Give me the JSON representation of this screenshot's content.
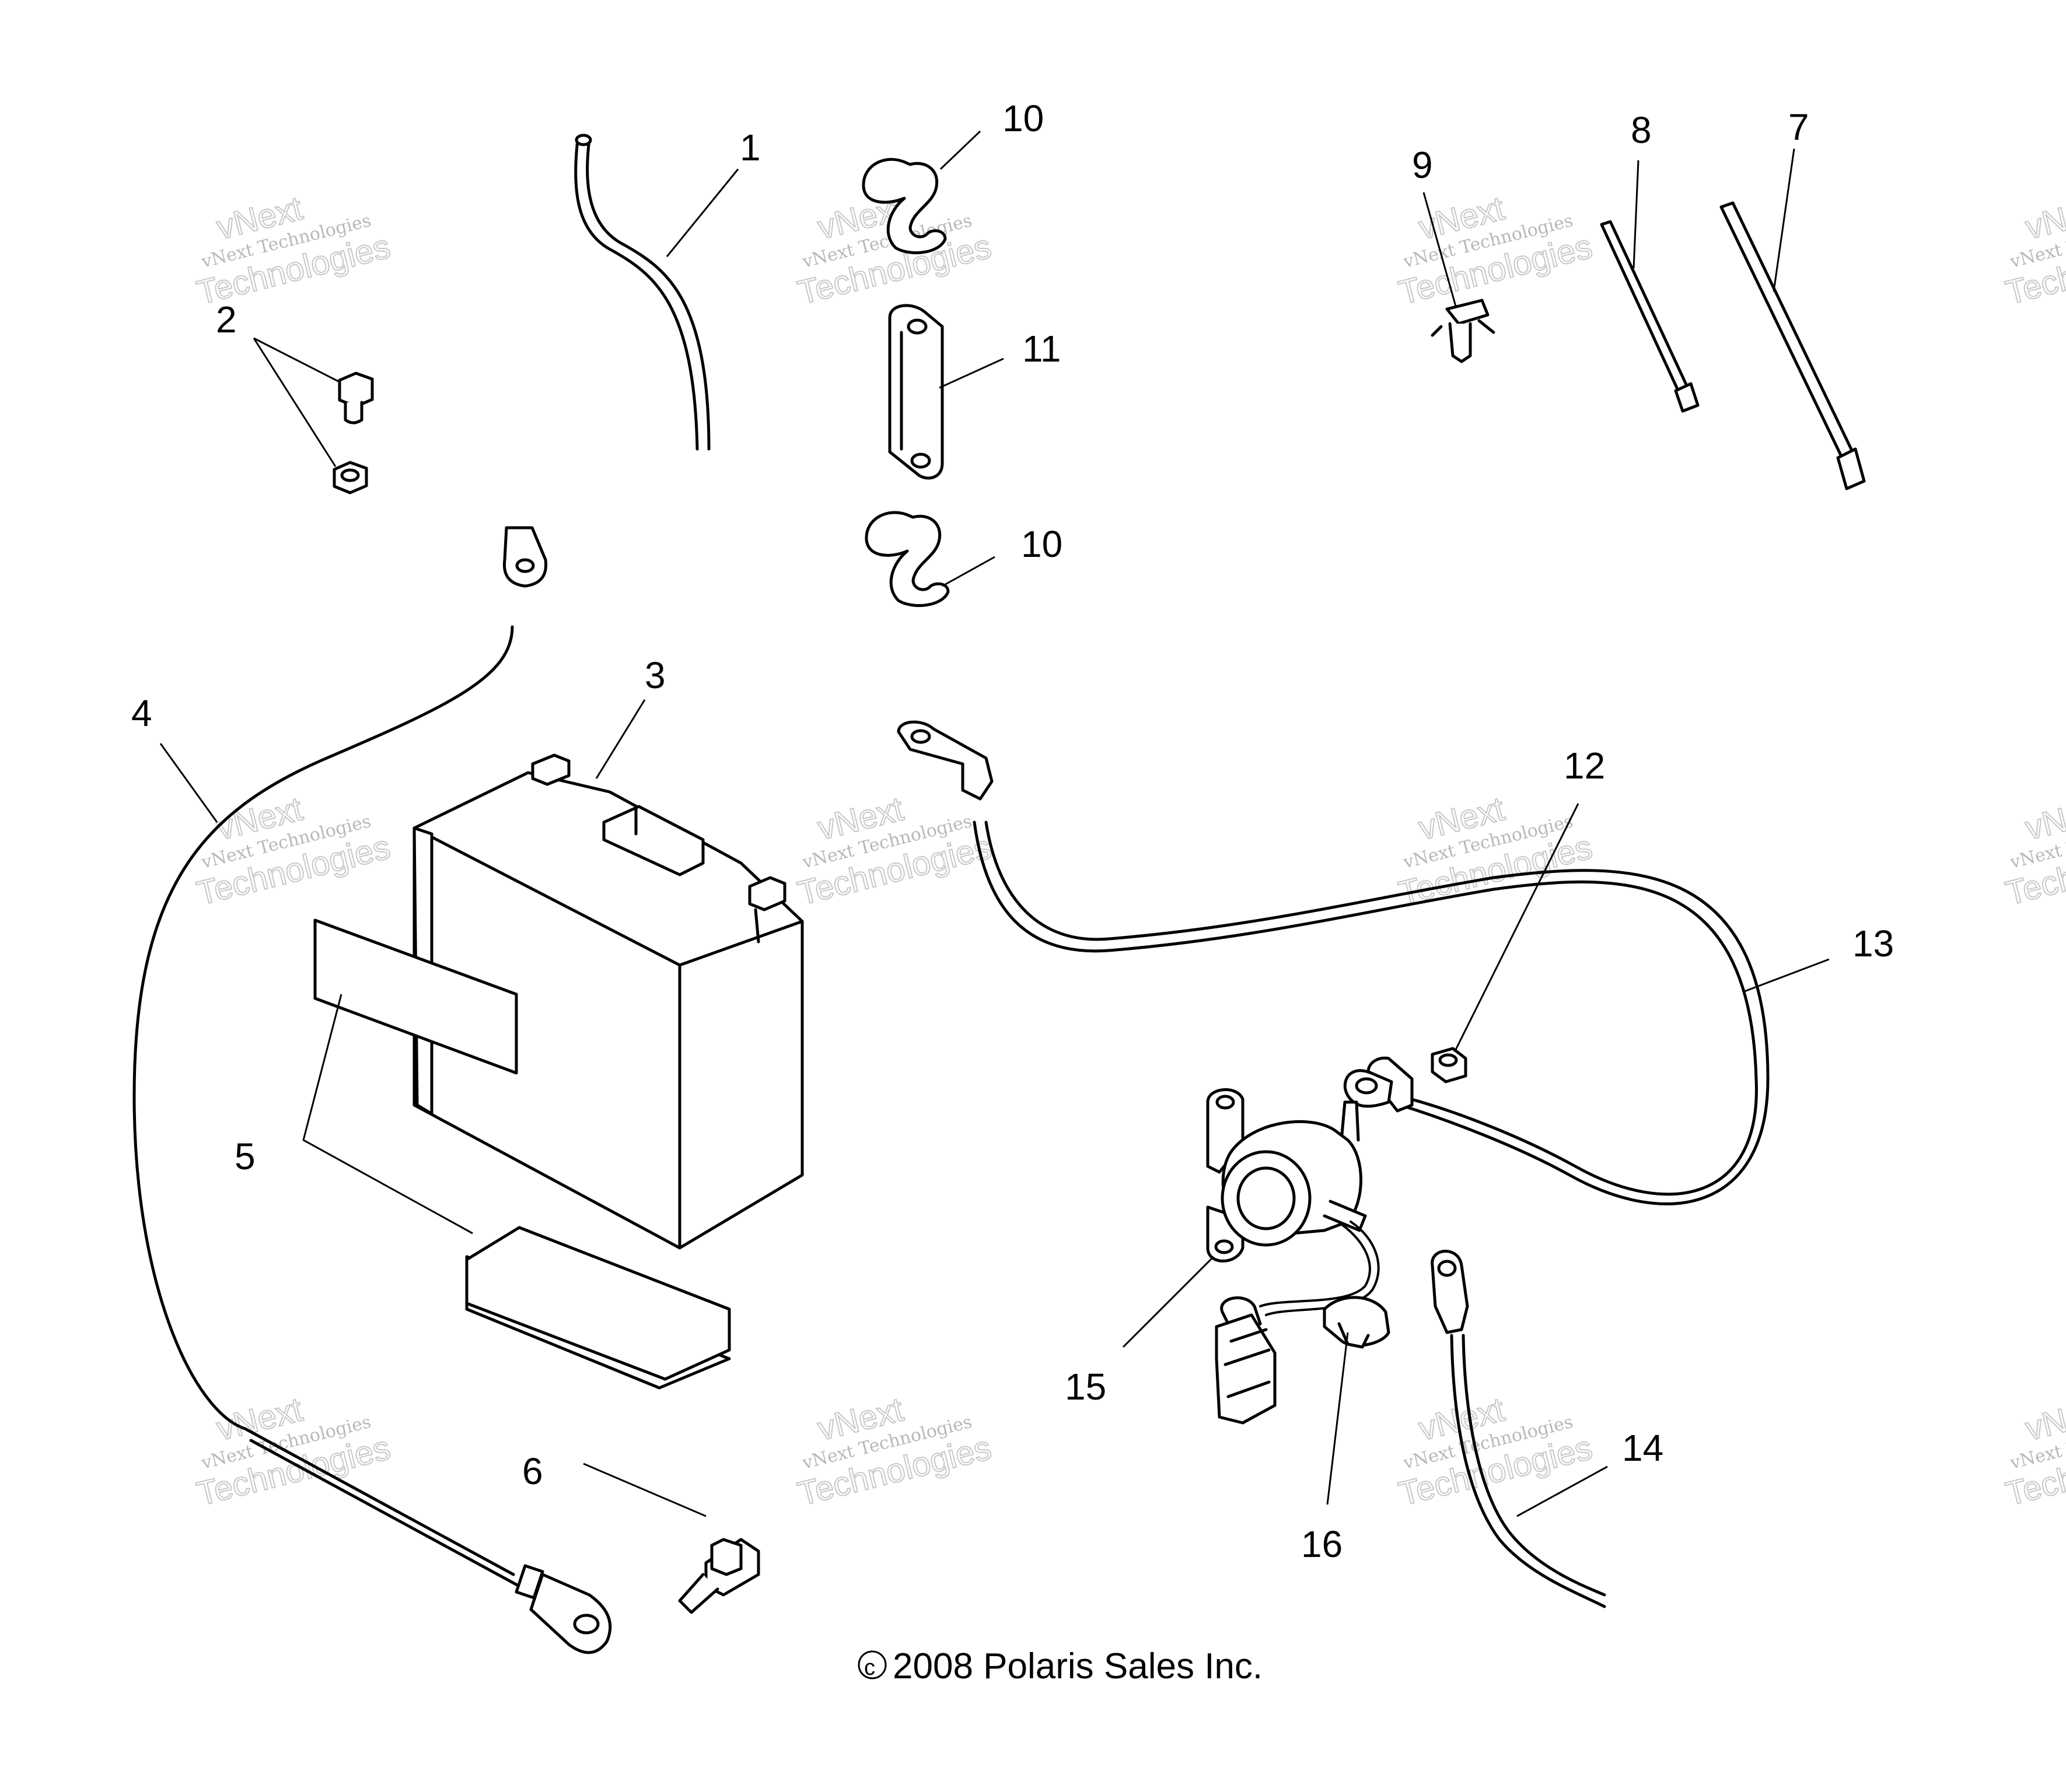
{
  "callouts": {
    "c1": "1",
    "c2": "2",
    "c3": "3",
    "c4": "4",
    "c5": "5",
    "c6": "6",
    "c7": "7",
    "c8": "8",
    "c9": "9",
    "c10a": "10",
    "c10b": "10",
    "c11": "11",
    "c12": "12",
    "c13": "13",
    "c14": "14",
    "c15": "15",
    "c16": "16"
  },
  "copyright": {
    "symbol": "c",
    "text": "2008 Polaris Sales Inc."
  },
  "watermark": {
    "line1": "vNext Technologies",
    "line2": "vNext",
    "line3": "Technologies"
  }
}
